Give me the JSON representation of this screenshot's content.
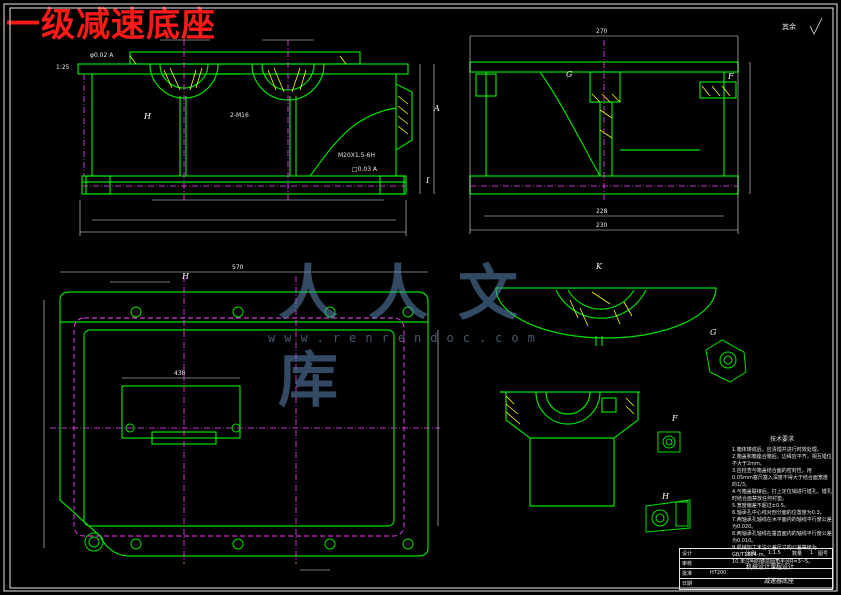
{
  "title": "一级减速底座",
  "watermark": {
    "brand": "人人文库",
    "url": "www.renrendoc.com"
  },
  "roughness_note": "其余",
  "notes": {
    "heading": "技术要求",
    "items": [
      "1.箱体铸成后，应清理并进行时效处理。",
      "2.箱盖和箱座合箱后，边缘应平齐，相互错位不大于2mm。",
      "3.应检查与箱盖结合面的密封性，用0.05mm塞尺塞入深度不得大于结合面宽度的1/3。",
      "4.与箱盖联接后，打上定位销进行镗孔，镗孔时结合面禁放任何衬垫。",
      "5.宽度偏差不超过±0.5。",
      "6.轴承孔中心线对剖分面的位置度为0.3。",
      "7.两轴承孔轴线在水平面内的轴线平行度公差为0.020。",
      "8.两轴承孔轴线在垂直面内的轴线平行度公差为0.010。",
      "9.机械加工未注公差尺寸的公差等级为GB/T1804-m。",
      "10.未注明的铸造圆角半径R=3~5。"
    ]
  },
  "title_block": {
    "drawing_name": "减速器底座",
    "school": "机械设计课程设计",
    "scale_label": "比例",
    "scale": "1:1.5",
    "sheet_label": "图号",
    "material": "HT200",
    "qty_label": "数量",
    "qty": "1",
    "designer_label": "设计",
    "checker_label": "审核",
    "approver_label": "批准",
    "date_label": "日期"
  },
  "views": {
    "front_labels": [
      "H",
      "A",
      "I"
    ],
    "side_labels": [
      "G",
      "F"
    ],
    "top_labels": [
      "H"
    ],
    "section_labels": [
      "K",
      "G",
      "F",
      "H"
    ]
  },
  "dimensions": {
    "front": [
      "1:25",
      "φ0.02 A",
      "2-M16",
      "M20X1.5-6H",
      "□0.03 A"
    ],
    "side": [
      "270",
      "228",
      "230"
    ],
    "top": [
      "570",
      "438"
    ]
  }
}
